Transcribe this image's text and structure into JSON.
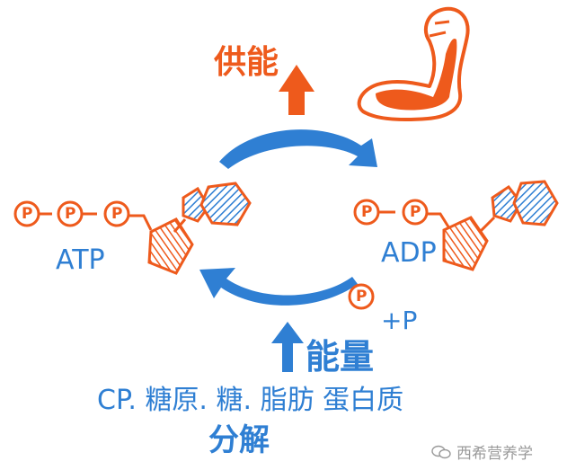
{
  "labels": {
    "supply_energy": "供能",
    "atp": "ATP",
    "adp": "ADP",
    "phosphate_plus": "+P",
    "energy": "能量",
    "sources": "CP. 糖原. 糖. 脂肪 蛋白质",
    "decompose": "分解",
    "phosphate_symbol": "P"
  },
  "watermark": "西希营养学",
  "colors": {
    "orange": "#ee5a1c",
    "blue": "#2f7fd3",
    "watermark": "#9a9a9a"
  },
  "icons": [
    "muscle-arm-icon",
    "wechat-icon"
  ]
}
